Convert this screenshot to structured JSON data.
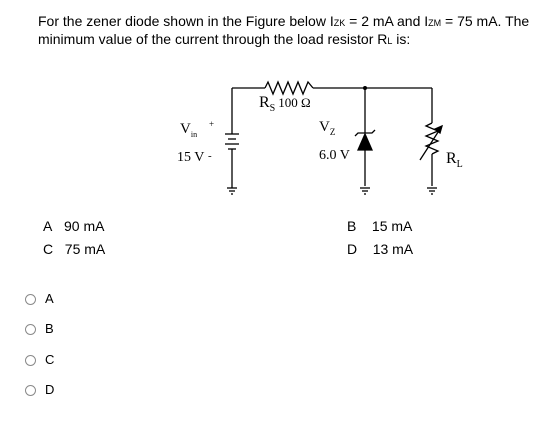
{
  "question": {
    "line1_before": "For the zener diode shown in the Figure below I",
    "izk_sub": "zk",
    "line1_mid": " = 2 mA and I",
    "izm_sub": "zm",
    "line1_after": " = 75 mA. The",
    "line2_before": "minimum value of the current through the load resistor R",
    "rl_sub": "L",
    "line2_after": " is:"
  },
  "circuit": {
    "rs_label": "R",
    "rs_sub": "S",
    "rs_value": "100 Ω",
    "vin_label": "V",
    "vin_sub": "in",
    "vin_value": "15 V",
    "vin_plus": "+",
    "vin_minus": "-",
    "vz_label": "V",
    "vz_sub": "Z",
    "vz_value": "6.0 V",
    "rl_label": "R",
    "rl_sub": "L"
  },
  "choices": [
    {
      "letter": "A",
      "value": "90 mA"
    },
    {
      "letter": "B",
      "value": "15 mA"
    },
    {
      "letter": "C",
      "value": "75 mA"
    },
    {
      "letter": "D",
      "value": "13 mA"
    }
  ],
  "radio_options": [
    {
      "label": "A"
    },
    {
      "label": "B"
    },
    {
      "label": "C"
    },
    {
      "label": "D"
    }
  ]
}
